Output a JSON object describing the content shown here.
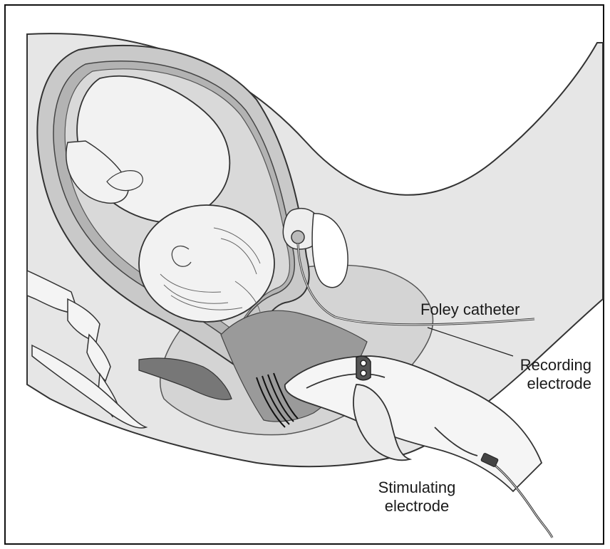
{
  "labels": {
    "foley_catheter": "Foley catheter",
    "recording_electrode": {
      "line1": "Recording",
      "line2": "electrode"
    },
    "stimulating_electrode": {
      "line1": "Stimulating",
      "line2": "electrode"
    }
  },
  "colors": {
    "background": "#ffffff",
    "frame": "#111111",
    "outline": "#333333",
    "tissue_light": "#e6e6e6",
    "tissue_mid": "#c9c9c9",
    "tissue_dark": "#9a9a9a",
    "fluid": "#b3b3b3",
    "skin": "#f2f2f2",
    "label_text": "#1a1a1a"
  },
  "icons": [
    "fetus-illustration",
    "pelvis-bone-illustration",
    "gloved-hand-illustration",
    "catheter-tube-illustration"
  ]
}
